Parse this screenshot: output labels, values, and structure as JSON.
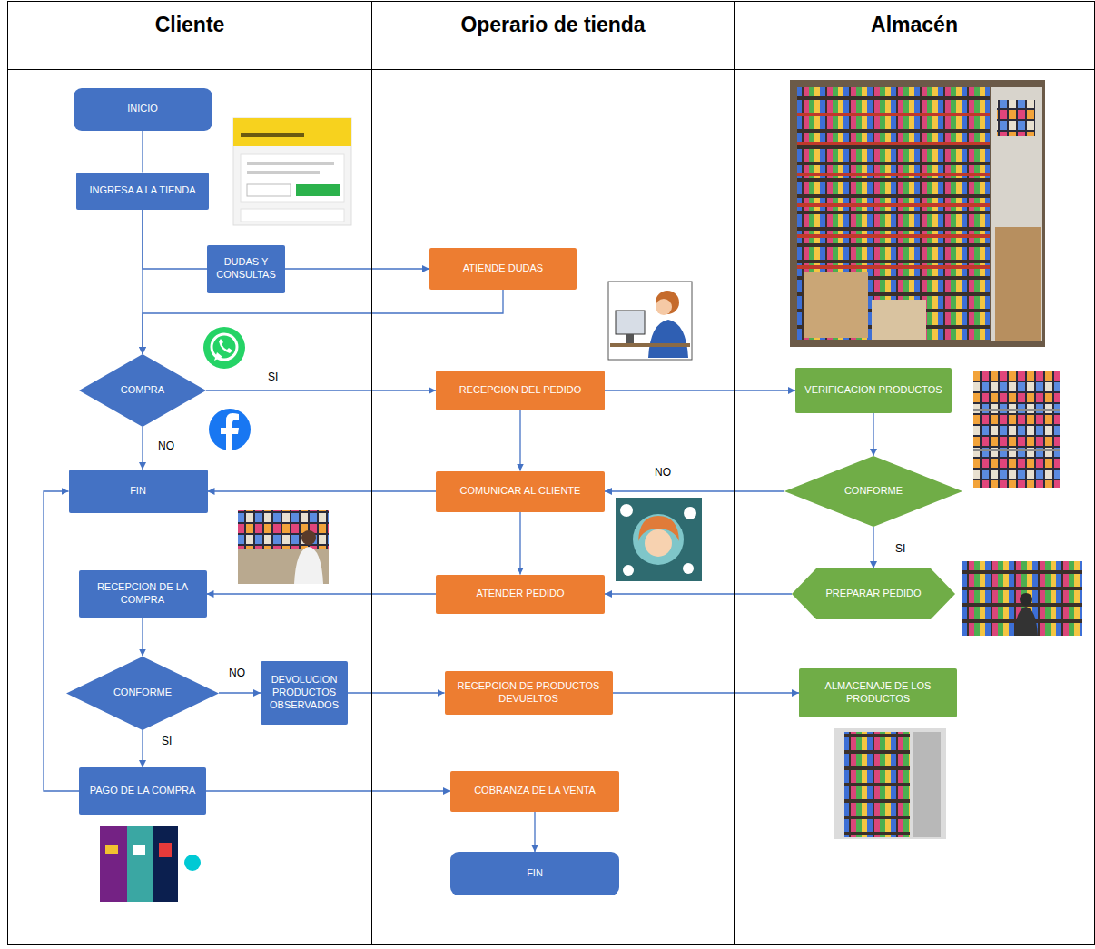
{
  "diagram": {
    "nodes": [
      {
        "text": [
          "Cliente"
        ]
      },
      {
        "text": [
          "Operario de tienda"
        ]
      },
      {
        "text": [
          "Almacén"
        ]
      },
      {
        "text": [
          "INICIO"
        ],
        "in": 0
      },
      {
        "text": [
          "INGRESA A LA TIENDA"
        ],
        "in": 0
      },
      {
        "text": [
          "DUDAS Y CONSULTAS"
        ],
        "in": 0
      },
      {
        "text": [
          "COMPRA"
        ],
        "in": 0
      },
      {
        "text": [
          "FIN"
        ],
        "in": 0
      },
      {
        "text": [
          "RECEPCION DE LA COMPRA"
        ],
        "in": 0
      },
      {
        "text": [
          "CONFORME"
        ],
        "in": 0
      },
      {
        "text": [
          "DEVOLUCION PRODUCTOS OBSERVADOS"
        ],
        "in": 0
      },
      {
        "text": [
          "PAGO DE LA COMPRA"
        ],
        "in": 0
      },
      {
        "text": [
          "ATIENDE DUDAS"
        ],
        "in": 1
      },
      {
        "text": [
          "RECEPCION DEL PEDIDO"
        ],
        "in": 1
      },
      {
        "text": [
          "COMUNICAR AL CLIENTE"
        ],
        "in": 1
      },
      {
        "text": [
          "ATENDER PEDIDO"
        ],
        "in": 1
      },
      {
        "text": [
          "RECEPCION DE PRODUCTOS DEVUELTOS"
        ],
        "in": 1
      },
      {
        "text": [
          "COBRANZA DE LA VENTA"
        ],
        "in": 1
      },
      {
        "text": [
          "FIN"
        ],
        "in": 1
      },
      {
        "text": [
          "VERIFICACION PRODUCTOS"
        ],
        "in": 2
      },
      {
        "text": [
          "CONFORME"
        ],
        "in": 2
      },
      {
        "text": [
          "PREPARAR PEDIDO"
        ],
        "in": 2
      },
      {
        "text": [
          "ALMACENAJE DE LOS PRODUCTOS"
        ],
        "in": 2
      }
    ],
    "edges": [
      {
        "from": 3,
        "to": 4,
        "arrow": "none"
      },
      {
        "from": 4,
        "to": 5,
        "arrow": "none"
      },
      {
        "from": 5,
        "to": 12,
        "arrow": "to"
      },
      {
        "from": 12,
        "to": 6,
        "arrow": "to"
      },
      {
        "from": 4,
        "to": 6,
        "arrow": "to"
      },
      {
        "from": 6,
        "to": 13,
        "label": "SI",
        "arrow": "to"
      },
      {
        "from": 6,
        "to": 7,
        "label": "NO",
        "arrow": "to"
      },
      {
        "from": 13,
        "to": 19,
        "arrow": "to"
      },
      {
        "from": 13,
        "to": 14,
        "arrow": "to"
      },
      {
        "from": 20,
        "to": 14,
        "label": "NO",
        "arrow": "to"
      },
      {
        "from": 14,
        "to": 7,
        "arrow": "to"
      },
      {
        "from": 14,
        "to": 15,
        "arrow": "to"
      },
      {
        "from": 19,
        "to": 20,
        "arrow": "to"
      },
      {
        "from": 20,
        "to": 21,
        "label": "SI",
        "arrow": "to"
      },
      {
        "from": 21,
        "to": 15,
        "arrow": "to"
      },
      {
        "from": 15,
        "to": 8,
        "arrow": "to"
      },
      {
        "from": 8,
        "to": 9,
        "arrow": "to"
      },
      {
        "from": 9,
        "to": 10,
        "label": "NO",
        "arrow": "to"
      },
      {
        "from": 10,
        "to": 16,
        "arrow": "to"
      },
      {
        "from": 16,
        "to": 22,
        "arrow": "to"
      },
      {
        "from": 9,
        "to": 11,
        "label": "SI",
        "arrow": "to"
      },
      {
        "from": 11,
        "to": 7,
        "arrow": "to"
      },
      {
        "from": 11,
        "to": 17,
        "arrow": "to"
      },
      {
        "from": 17,
        "to": 18,
        "arrow": "to"
      }
    ]
  }
}
